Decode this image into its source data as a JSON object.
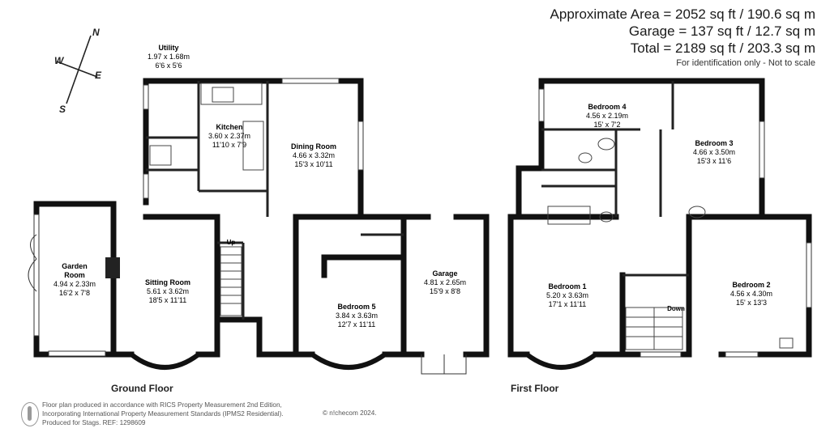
{
  "header": {
    "area_text": "Approximate Area = 2052 sq ft / 190.6 sq m",
    "garage_text": "Garage = 137 sq ft / 12.7 sq m",
    "total_text": "Total = 2189 sq ft / 203.3 sq m",
    "note": "For identification only - Not to scale"
  },
  "compass": {
    "n": "N",
    "s": "S",
    "e": "E",
    "w": "W"
  },
  "ground_floor": {
    "label": "Ground Floor",
    "rooms": {
      "utility": {
        "name": "Utility",
        "metric": "1.97 x 1.68m",
        "imperial": "6'6 x 5'6"
      },
      "kitchen": {
        "name": "Kitchen",
        "metric": "3.60 x 2.37m",
        "imperial": "11'10 x 7'9"
      },
      "dining": {
        "name": "Dining Room",
        "metric": "4.66 x 3.32m",
        "imperial": "15'3 x 10'11"
      },
      "garden_line1": "Garden",
      "garden": {
        "name": "Room",
        "metric": "4.94 x 2.33m",
        "imperial": "16'2 x 7'8"
      },
      "sitting": {
        "name": "Sitting Room",
        "metric": "5.61 x 3.62m",
        "imperial": "18'5 x 11'11"
      },
      "bed5": {
        "name": "Bedroom 5",
        "metric": "3.84 x 3.63m",
        "imperial": "12'7 x 11'11"
      },
      "garage": {
        "name": "Garage",
        "metric": "4.81 x 2.65m",
        "imperial": "15'9 x 8'8"
      }
    },
    "stairs_label": "Up"
  },
  "first_floor": {
    "label": "First Floor",
    "rooms": {
      "bed4": {
        "name": "Bedroom 4",
        "metric": "4.56 x 2.19m",
        "imperial": "15' x 7'2"
      },
      "bed3": {
        "name": "Bedroom 3",
        "metric": "4.66 x 3.50m",
        "imperial": "15'3 x 11'6"
      },
      "bed1": {
        "name": "Bedroom 1",
        "metric": "5.20 x 3.63m",
        "imperial": "17'1 x 11'11"
      },
      "bed2": {
        "name": "Bedroom 2",
        "metric": "4.56 x 4.30m",
        "imperial": "15' x 13'3"
      }
    },
    "stairs_label": "Down"
  },
  "footer": {
    "line1": "Floor plan produced in accordance with RICS Property Measurement 2nd Edition,",
    "line2": "Incorporating International Property Measurement Standards (IPMS2 Residential).",
    "line3": "Produced for Stags.  REF: 1298609",
    "logo": "© n!checom 2024."
  }
}
